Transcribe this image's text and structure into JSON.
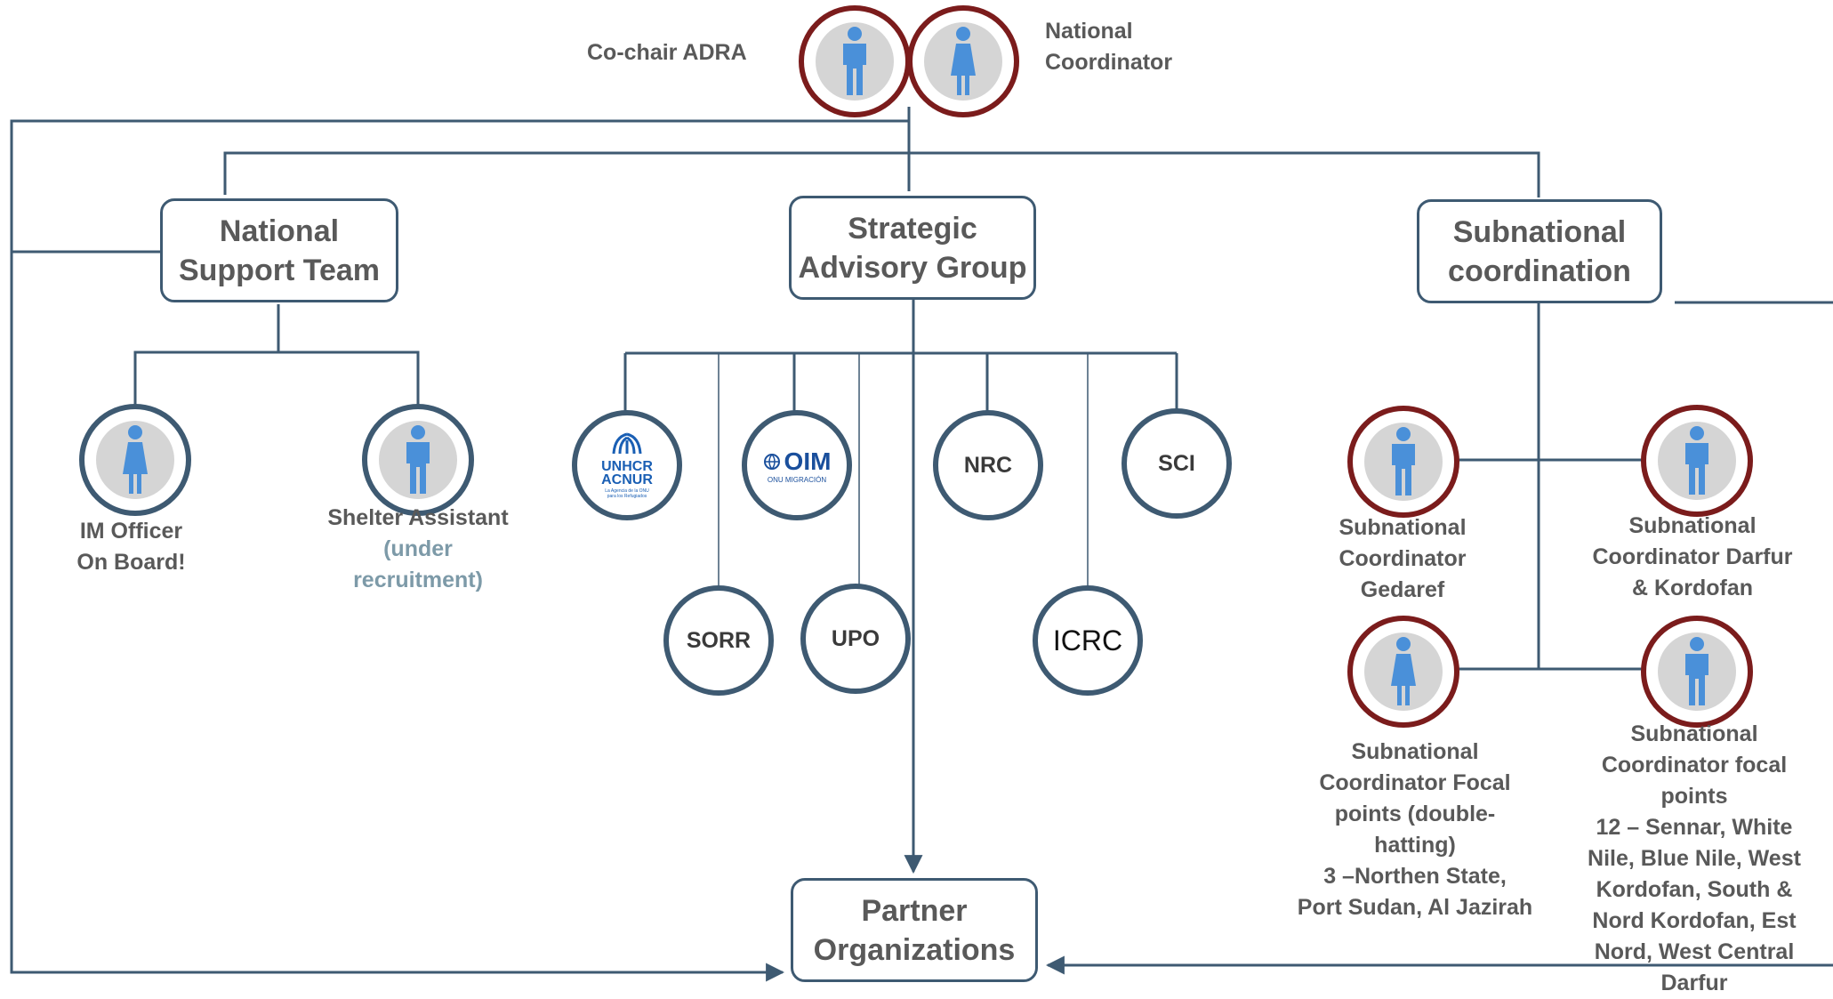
{
  "top": {
    "cochair_label": "Co-chair  ADRA",
    "coordinator_label_line1": "National",
    "coordinator_label_line2": "Coordinator",
    "cochair_icon": "person-male-icon",
    "coordinator_icon": "person-female-icon"
  },
  "boxes": {
    "national_support_line1": "National",
    "national_support_line2": "Support Team",
    "sag_line1": "Strategic",
    "sag_line2": "Advisory Group",
    "subnational_line1": "Subnational",
    "subnational_line2": "coordination",
    "partner_line1": "Partner",
    "partner_line2": "Organizations"
  },
  "support_team": {
    "im_officer_line1": "IM Officer",
    "im_officer_line2": "On Board!",
    "shelter_line1": "Shelter  Assistant",
    "shelter_line2": "(under",
    "shelter_line3": "recruitment)"
  },
  "sag_members": {
    "unhcr_line1": "UNHCR",
    "unhcr_line2": "ACNUR",
    "unhcr_small": "La Agencia de la ONU para los Refugiados",
    "oim": "OIM",
    "oim_small": "ONU MIGRACIÓN",
    "nrc": "NRC",
    "sci": "SCI",
    "sorr": "SORR",
    "upo": "UPO",
    "icrc": "ICRC"
  },
  "subnational": {
    "gedaref": [
      "Subnational",
      "Coordinator",
      "Gedaref"
    ],
    "darfur": [
      "Subnational",
      "Coordinator Darfur",
      "& Kordofan"
    ],
    "focal_double": [
      "Subnational",
      "Coordinator Focal",
      "points (double-",
      "hatting)",
      "3 –Northen State,",
      "Port Sudan, Al Jazirah"
    ],
    "focal_twelve": [
      "Subnational",
      "Coordinator focal",
      "points",
      "12 – Sennar, White",
      "Nile, Blue Nile, West",
      "Kordofan, South &",
      "Nord Kordofan, Est",
      "Nord, West Central",
      "Darfur"
    ]
  },
  "colors": {
    "connector": "#3e5a72",
    "red_ring": "#7b1c1c",
    "person_fill": "#4a90d9",
    "text_grey": "#595959",
    "muted_text": "#7d9aa8"
  }
}
